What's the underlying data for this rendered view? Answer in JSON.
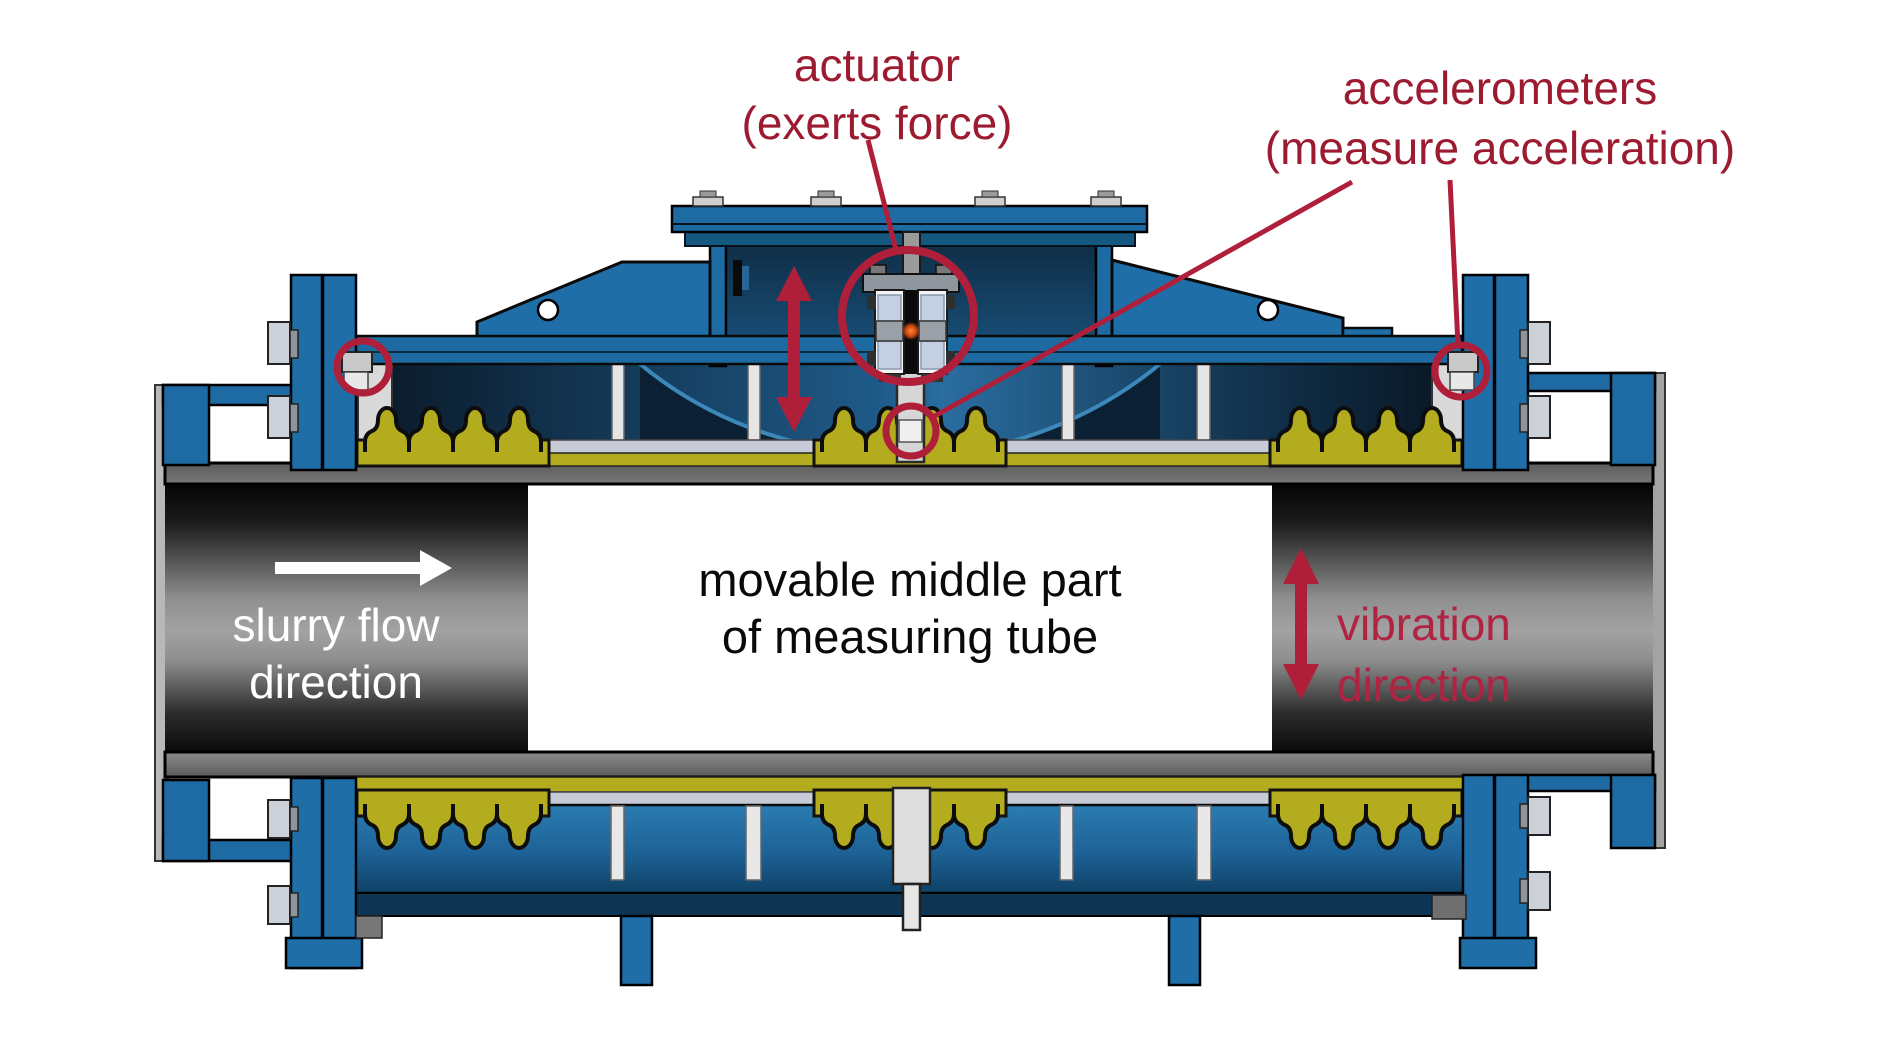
{
  "labels": {
    "actuator": {
      "line1": "actuator",
      "line2": "(exerts force)"
    },
    "accelerometers": {
      "line1": "accelerometers",
      "line2": "(measure acceleration)"
    },
    "slurry_flow": {
      "line1": "slurry flow",
      "line2": "direction"
    },
    "movable_middle": {
      "line1": "movable middle part",
      "line2": "of measuring tube"
    },
    "vibration": {
      "line1": "vibration",
      "line2": "direction"
    }
  },
  "colors": {
    "annotation_red": "#b01f3a",
    "label_red": "#9c1b31",
    "vibration_text_red": "#b02342",
    "steel_blue": "#1e6ba3",
    "dark_navy": "#0a1826",
    "bellows_yellow": "#b3ac1f",
    "tube_wall_gray": "#6e6e6e",
    "text_black": "#0a0a0a",
    "text_white": "#ffffff"
  },
  "icons": {
    "flow_arrow": "right-arrow",
    "vibration_arrow": "up-down-double-arrow",
    "force_arrow": "up-down-double-arrow"
  }
}
